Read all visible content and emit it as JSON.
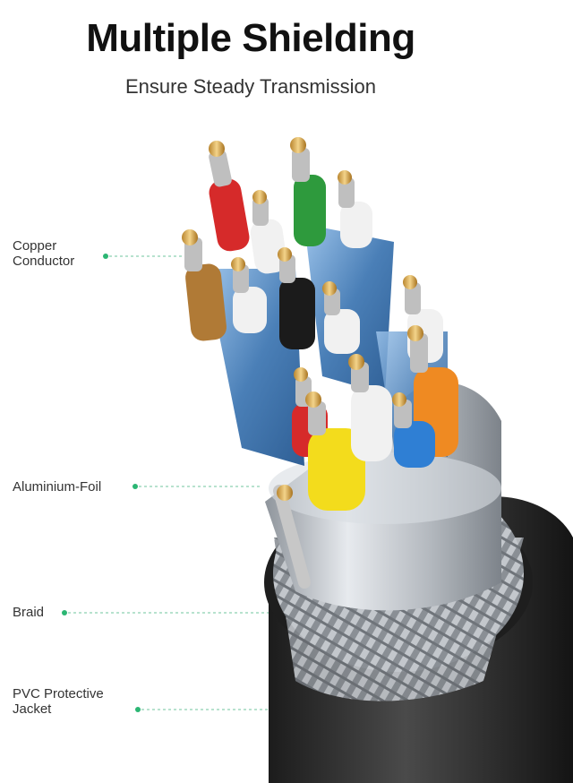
{
  "title": "Multiple Shielding",
  "subtitle": "Ensure Steady Transmission",
  "labels": {
    "copper": [
      "Copper",
      "Conductor"
    ],
    "foil": [
      "Aluminium-Foil"
    ],
    "braid": [
      "Braid"
    ],
    "jacket": [
      "PVC Protective",
      "Jacket"
    ]
  },
  "colors": {
    "leader_green": "#2bb673",
    "jacket": "#2b2b2b",
    "foil_silver": "#c9cdd2",
    "pair_shield_blue": "#5a8fc4",
    "copper": "#d8a84a"
  }
}
